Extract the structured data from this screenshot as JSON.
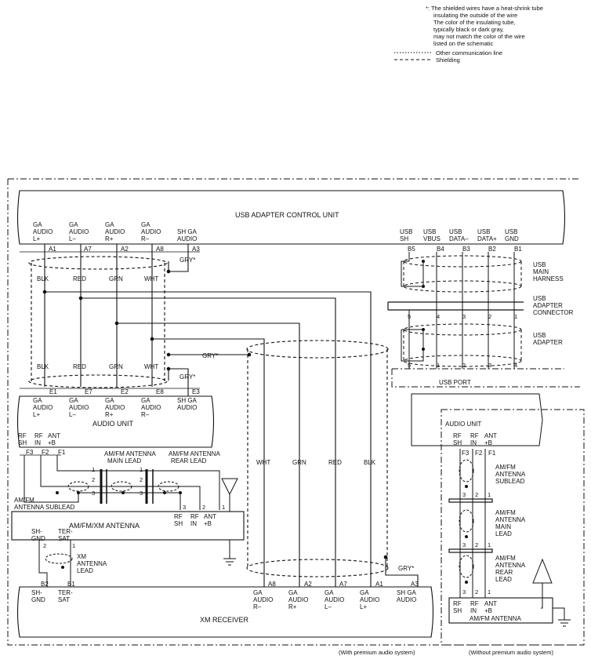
{
  "legend": {
    "note_lines": [
      "*: The shielded wires have a heat-shrink tube",
      "insulating the outside of the wire",
      "The color of the insulating tube,",
      "typically black or dark gray,",
      "may not match the color of the wire",
      "listed on the schematic"
    ],
    "other_comm_line": "Other communication line",
    "shielding": "Shielding"
  },
  "usb_control_unit": {
    "title": "USB ADAPTER CONTROL UNIT",
    "left_pins": [
      {
        "l1": "GA",
        "l2": "AUDIO",
        "l3": "L+",
        "pin": "A1",
        "wire": "BLK"
      },
      {
        "l1": "GA",
        "l2": "AUDIO",
        "l3": "L–",
        "pin": "A7",
        "wire": "RED"
      },
      {
        "l1": "GA",
        "l2": "AUDIO",
        "l3": "R+",
        "pin": "A2",
        "wire": "GRN"
      },
      {
        "l1": "GA",
        "l2": "AUDIO",
        "l3": "R–",
        "pin": "A8",
        "wire": "WHT"
      },
      {
        "l1": "SH GA",
        "l2": "AUDIO",
        "l3": "",
        "pin": "A3",
        "wire": "GRY*"
      }
    ],
    "usb_pins": [
      {
        "l1": "USB",
        "l2": "SH",
        "pin": "B5",
        "num": "5"
      },
      {
        "l1": "USB",
        "l2": "VBUS",
        "pin": "B4",
        "num": "1"
      },
      {
        "l1": "USB",
        "l2": "DATA–",
        "pin": "B3",
        "num": "2"
      },
      {
        "l1": "USB",
        "l2": "DATA+",
        "pin": "B2",
        "num": "3"
      },
      {
        "l1": "USB",
        "l2": "GND",
        "pin": "B1",
        "num": "4"
      }
    ]
  },
  "usb_main_harness": [
    "USB",
    "MAIN",
    "HARNESS"
  ],
  "usb_adapter_connector": [
    "USB",
    "ADAPTER",
    "CONNECTOR"
  ],
  "usb_adapter": [
    "USB",
    "ADAPTER"
  ],
  "usb_adapter_connector_nums": [
    "5",
    "4",
    "3",
    "2",
    "1"
  ],
  "usb_port": "USB PORT",
  "audio_unit": {
    "title": "AUDIO UNIT",
    "pins": [
      {
        "l1": "GA",
        "l2": "AUDIO",
        "l3": "L+",
        "pin": "E1",
        "wire": "BLK"
      },
      {
        "l1": "GA",
        "l2": "AUDIO",
        "l3": "L–",
        "pin": "E7",
        "wire": "RED"
      },
      {
        "l1": "GA",
        "l2": "AUDIO",
        "l3": "R+",
        "pin": "E2",
        "wire": "GRN"
      },
      {
        "l1": "GA",
        "l2": "AUDIO",
        "l3": "R–",
        "pin": "E8",
        "wire": "WHT"
      },
      {
        "l1": "SH GA",
        "l2": "AUDIO",
        "l3": "",
        "pin": "E3",
        "wire": "GRY*"
      }
    ],
    "rf_pins": [
      {
        "l1": "RF",
        "l2": "SH",
        "pin": "F3"
      },
      {
        "l1": "RF",
        "l2": "IN",
        "pin": "F2"
      },
      {
        "l1": "ANT",
        "l2": "+B",
        "pin": "F1"
      }
    ]
  },
  "gry_mid": "GRY*",
  "antenna_leads": {
    "main": [
      "AM/FM ANTENNA",
      "MAIN LEAD"
    ],
    "rear": [
      "AM/FM ANTENNA",
      "REAR LEAD"
    ],
    "sublead": [
      "AM/FM",
      "ANTENNA SUBLEAD"
    ],
    "nums": [
      "1",
      "2",
      "3"
    ]
  },
  "am_fm_xm_antenna": {
    "title": "AM/FM/XM ANTENNA",
    "pins": [
      {
        "l1": "RF",
        "l2": "SH",
        "num": "3"
      },
      {
        "l1": "RF",
        "l2": "IN",
        "num": "2"
      },
      {
        "l1": "ANT",
        "l2": "+B",
        "num": "1"
      }
    ],
    "sat_pins": [
      {
        "l1": "SH-",
        "l2": "GND",
        "num": "2"
      },
      {
        "l1": "TER-",
        "l2": "SAT",
        "num": "1"
      }
    ]
  },
  "xm_antenna_lead": [
    "XM",
    "ANTENNA",
    "LEAD"
  ],
  "wire_labels_vertical": [
    "WHT",
    "GRN",
    "RED",
    "BLK"
  ],
  "xm_receiver": {
    "title": "XM RECEIVER",
    "sat_pins": [
      {
        "l1": "SH-",
        "l2": "GND",
        "pin": "B2"
      },
      {
        "l1": "TER-",
        "l2": "SAT",
        "pin": "B1"
      }
    ],
    "pins": [
      {
        "l1": "GA",
        "l2": "AUDIO",
        "l3": "R–",
        "pin": "A8"
      },
      {
        "l1": "GA",
        "l2": "AUDIO",
        "l3": "R+",
        "pin": "A2"
      },
      {
        "l1": "GA",
        "l2": "AUDIO",
        "l3": "L–",
        "pin": "A7"
      },
      {
        "l1": "GA",
        "l2": "AUDIO",
        "l3": "L+",
        "pin": "A1"
      },
      {
        "l1": "SH GA",
        "l2": "AUDIO",
        "l3": "",
        "pin": "A3"
      }
    ],
    "gry": "GRY*"
  },
  "right_panel": {
    "audio_unit": "AUDIO UNIT",
    "rf_pins": [
      {
        "l1": "RF",
        "l2": "SH",
        "pin": "F3"
      },
      {
        "l1": "RF",
        "l2": "IN",
        "pin": "F2"
      },
      {
        "l1": "ANT",
        "l2": "+B",
        "pin": "F1"
      }
    ],
    "sublead": [
      "AM/FM",
      "ANTENNA",
      "SUBLEAD"
    ],
    "main_lead": [
      "AM/FM",
      "ANTENNA",
      "MAIN",
      "LEAD"
    ],
    "rear_lead": [
      "AM/FM",
      "ANTENNA",
      "REAR",
      "LEAD"
    ],
    "nums": [
      "3",
      "2",
      "1"
    ],
    "antenna_title": "AM/FM ANTENNA",
    "antenna_pins": [
      {
        "l1": "RF",
        "l2": "SH"
      },
      {
        "l1": "RF",
        "l2": "IN"
      },
      {
        "l1": "ANT",
        "l2": "+B"
      }
    ]
  },
  "footer": {
    "with": "(With premium audio system)",
    "without": "(Without premium audio system)"
  }
}
